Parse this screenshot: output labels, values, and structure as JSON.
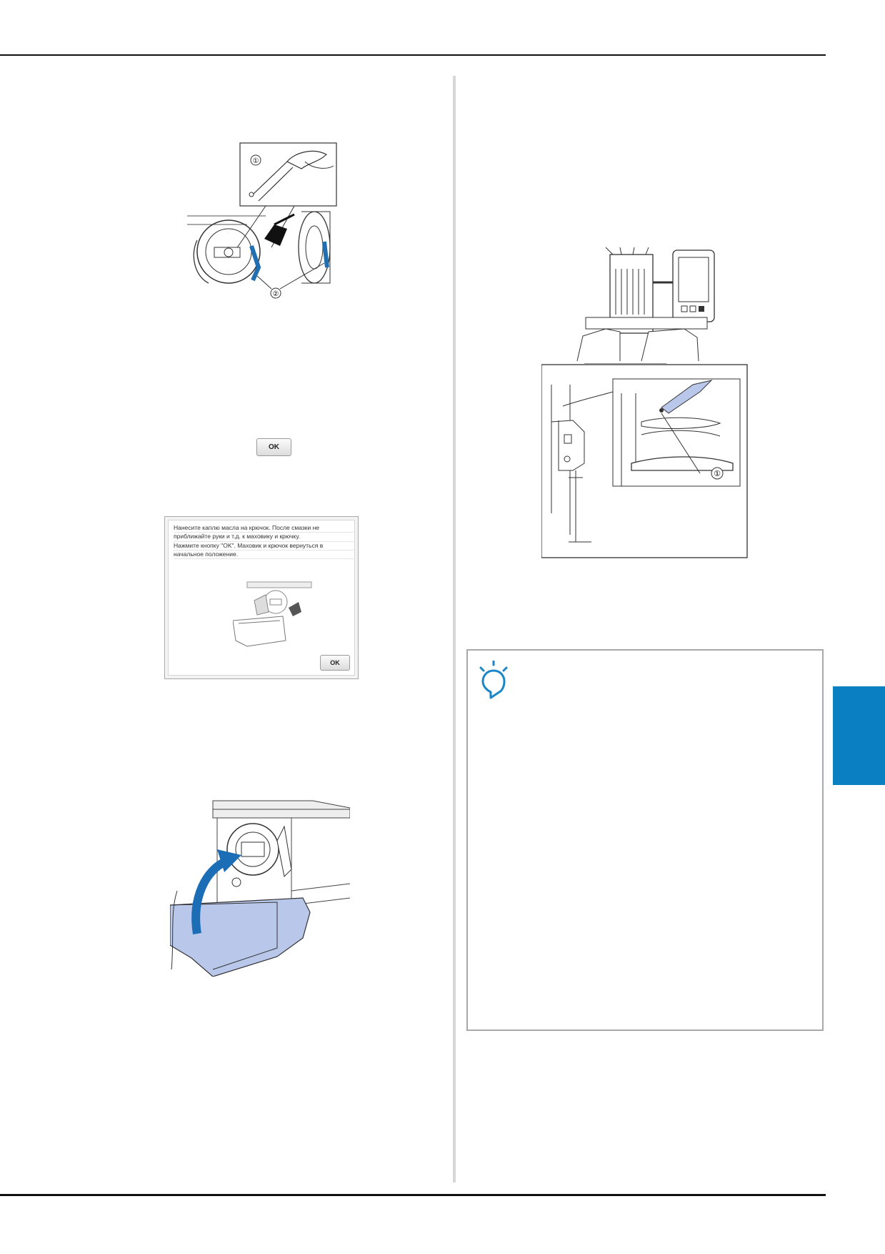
{
  "dialog": {
    "lines": [
      "Нанесите каплю масла на крючок. После смазки не",
      "приближайте руки и т.д. к маховику и крючку.",
      "Нажмите кнопку \"OK\". Маховик и крючок вернуться в",
      "начальное положение."
    ],
    "ok_label": "OK"
  },
  "ok_button": {
    "label": "OK"
  },
  "figures": {
    "hook": {
      "callouts": [
        "①",
        "②"
      ]
    },
    "machine": {
      "callouts": [
        "①"
      ]
    }
  },
  "colors": {
    "accent_tab": "#0a7fc1",
    "highlight_blue": "#1f6fb2",
    "tray_fill": "#b9c8ea",
    "arrow_blue": "#1b6db5",
    "note_border": "#a8a8a8",
    "note_icon": "#1a86c8"
  },
  "icons": {
    "note": "lightbulb-icon"
  }
}
